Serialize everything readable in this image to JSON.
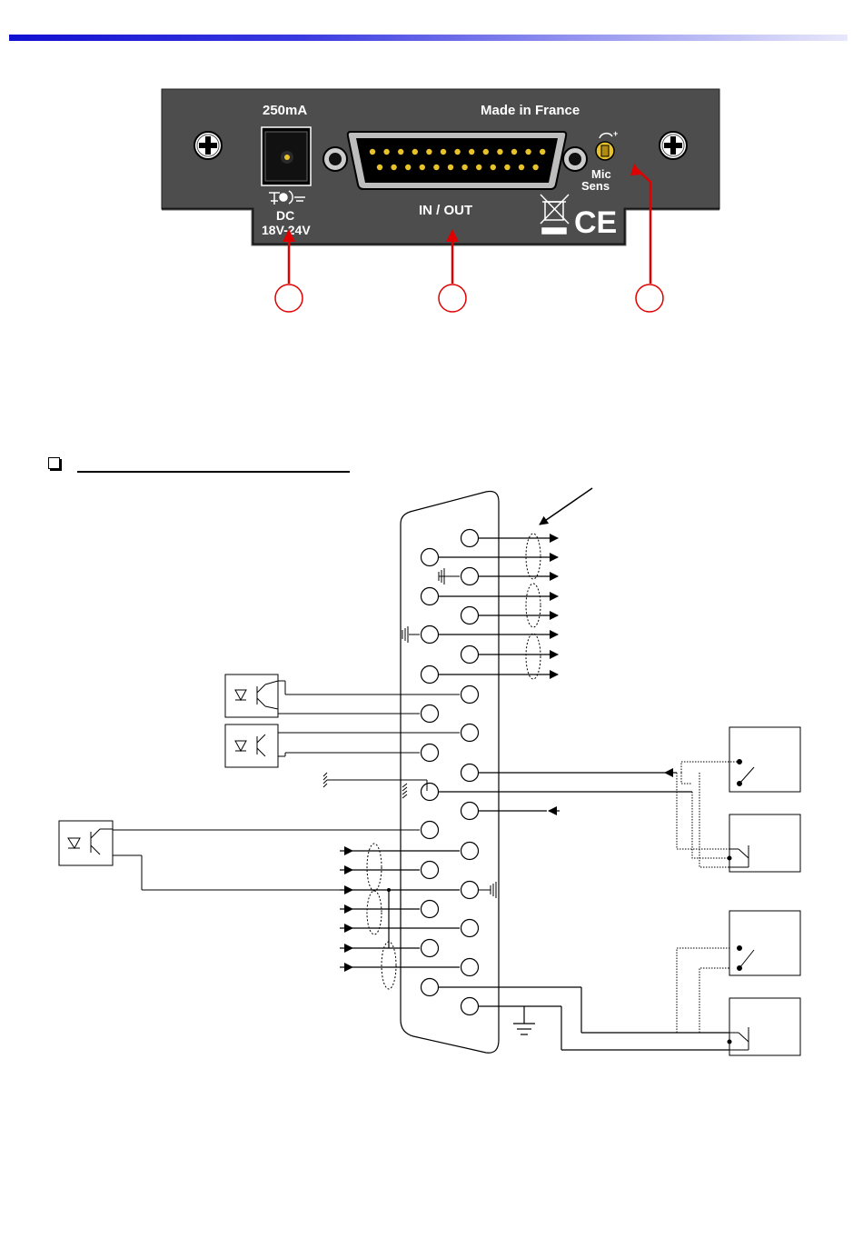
{
  "panel": {
    "power_rating": "250mA",
    "made_in": "Made in France",
    "connector_label": "IN / OUT",
    "dc_label": "DC",
    "voltage_label": "18V-24V",
    "mic_label": "Mic",
    "sens_label": "Sens",
    "ce_mark": "CE"
  },
  "colors": {
    "panel": "#4d4d4d",
    "panel_text": "#ffffff",
    "gold_pin": "#e8c22a",
    "callout_red": "#e00000",
    "header_bar_start": "#1010d0",
    "header_bar_end": "#e8e8fb"
  },
  "icons": [
    "screw-icon",
    "dc-jack-icon",
    "db25-connector-icon",
    "knob-icon",
    "weee-bin-icon",
    "ce-mark-icon",
    "optocoupler-icon",
    "switch-icon",
    "ground-icon"
  ]
}
